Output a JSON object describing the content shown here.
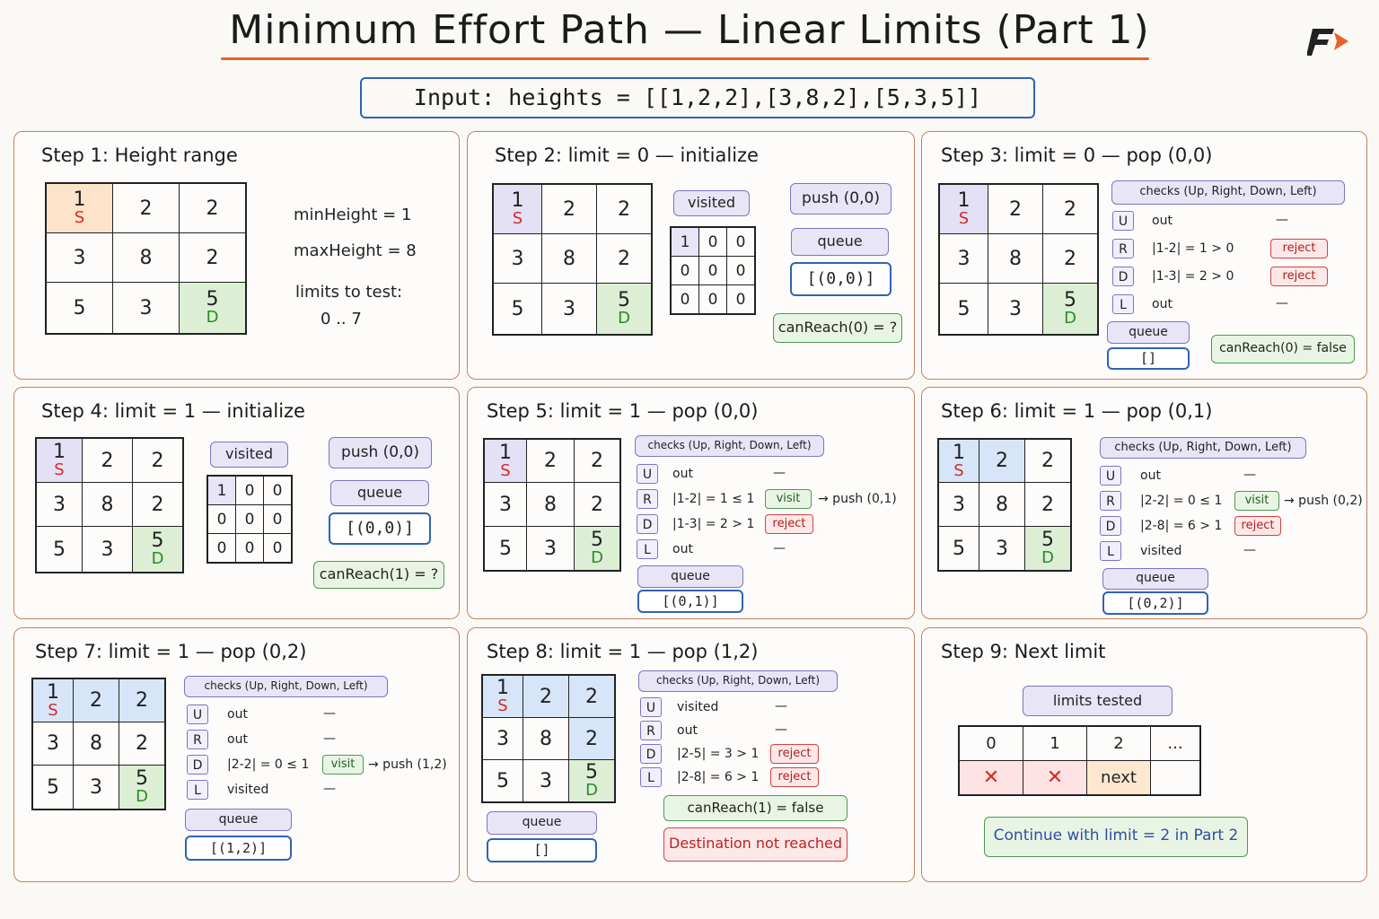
{
  "title": "Minimum Effort Path — Linear Limits (Part 1)",
  "input_label": "Input:  heights  =  [[1,2,2],[3,8,2],[5,3,5]]",
  "labels": {
    "start": "S",
    "dest": "D",
    "visited": "visited",
    "queue": "queue",
    "checks": "checks  (Up, Right, Down, Left)"
  },
  "grid": [
    [
      "1",
      "2",
      "2"
    ],
    [
      "3",
      "8",
      "2"
    ],
    [
      "5",
      "3",
      "5"
    ]
  ],
  "step1": {
    "title": "Step 1:  Height range",
    "min": "minHeight  =  1",
    "max": "maxHeight  =  8",
    "limits_label": "limits to test:",
    "limits_range": "0 .. 7"
  },
  "step2": {
    "title": "Step 2:  limit  =  0  —  initialize",
    "push": "push (0,0)",
    "queue_val": "[(0,0)]",
    "result": "canReach(0)  =  ?",
    "visited_grid": [
      [
        "1",
        "0",
        "0"
      ],
      [
        "0",
        "0",
        "0"
      ],
      [
        "0",
        "0",
        "0"
      ]
    ]
  },
  "step3": {
    "title": "Step 3:  limit  =  0  —  pop (0,0)",
    "queue_val": "[]",
    "result": "canReach(0)  =  false",
    "rows": [
      {
        "dir": "U",
        "text": "out",
        "dash": "—"
      },
      {
        "dir": "R",
        "text": "|1-2| = 1 > 0",
        "pill": "reject"
      },
      {
        "dir": "D",
        "text": "|1-3| = 2 > 0",
        "pill": "reject"
      },
      {
        "dir": "L",
        "text": "out",
        "dash": "—"
      }
    ]
  },
  "step4": {
    "title": "Step 4:  limit  =  1  —  initialize",
    "push": "push (0,0)",
    "queue_val": "[(0,0)]",
    "result": "canReach(1)  =  ?",
    "visited_grid": [
      [
        "1",
        "0",
        "0"
      ],
      [
        "0",
        "0",
        "0"
      ],
      [
        "0",
        "0",
        "0"
      ]
    ]
  },
  "step5": {
    "title": "Step 5:  limit  =  1  —  pop (0,0)",
    "queue_val": "[(0,1)]",
    "rows": [
      {
        "dir": "U",
        "text": "out",
        "dash": "—"
      },
      {
        "dir": "R",
        "text": "|1-2| = 1 ≤ 1",
        "pill": "visit",
        "after": "→ push (0,1)"
      },
      {
        "dir": "D",
        "text": "|1-3| = 2 > 1",
        "pill": "reject"
      },
      {
        "dir": "L",
        "text": "out",
        "dash": "—"
      }
    ]
  },
  "step6": {
    "title": "Step 6:  limit  =  1  —  pop (0,1)",
    "queue_val": "[(0,2)]",
    "rows": [
      {
        "dir": "U",
        "text": "out",
        "dash": "—"
      },
      {
        "dir": "R",
        "text": "|2-2| = 0 ≤ 1",
        "pill": "visit",
        "after": "→ push (0,2)"
      },
      {
        "dir": "D",
        "text": "|2-8| = 6 > 1",
        "pill": "reject"
      },
      {
        "dir": "L",
        "text": "visited",
        "dash": "—"
      }
    ]
  },
  "step7": {
    "title": "Step 7:  limit  =  1  —  pop (0,2)",
    "queue_val": "[(1,2)]",
    "rows": [
      {
        "dir": "U",
        "text": "out",
        "dash": "—"
      },
      {
        "dir": "R",
        "text": "out",
        "dash": "—"
      },
      {
        "dir": "D",
        "text": "|2-2| = 0 ≤ 1",
        "pill": "visit",
        "after": "→ push (1,2)"
      },
      {
        "dir": "L",
        "text": "visited",
        "dash": "—"
      }
    ]
  },
  "step8": {
    "title": "Step 8:  limit  =  1  —  pop (1,2)",
    "queue_val": "[]",
    "result": "canReach(1)  =  false",
    "not_reached": "Destination not reached",
    "rows": [
      {
        "dir": "U",
        "text": "visited",
        "dash": "—"
      },
      {
        "dir": "R",
        "text": "out",
        "dash": "—"
      },
      {
        "dir": "D",
        "text": "|2-5| = 3 > 1",
        "pill": "reject"
      },
      {
        "dir": "L",
        "text": "|2-8| = 6 > 1",
        "pill": "reject"
      }
    ]
  },
  "step9": {
    "title": "Step 9:  Next limit",
    "tested_label": "limits tested",
    "headers": [
      "0",
      "1",
      "2",
      "..."
    ],
    "marks": [
      "✕",
      "✕",
      "next",
      ""
    ],
    "continue": "Continue with limit = 2 in Part 2"
  },
  "colors": {
    "accent": "#e8622a",
    "blue": "#2f63b5",
    "purple": "#7d73c4",
    "green": "#4d9a4d",
    "red": "#d14444"
  }
}
